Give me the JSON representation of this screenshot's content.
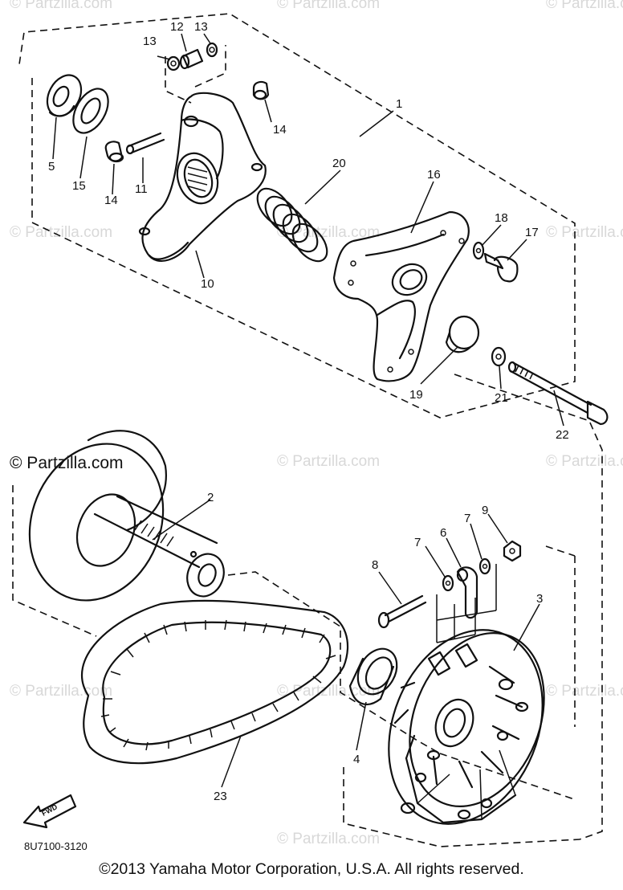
{
  "watermarks": [
    "© Partzilla.com",
    "© Partzilla.com",
    "© Partzilla.com",
    "© Partzilla.com",
    "© Partzilla.com",
    "© Partzilla.com",
    "© Partzilla.com",
    "© Partzilla.com",
    "© Partzilla.com",
    "© Partzilla.com",
    "© Partzilla.com",
    "© Partzilla.com"
  ],
  "watermark_main": "© Partzilla.com",
  "parts": {
    "p1": "1",
    "p2": "2",
    "p3": "3",
    "p4": "4",
    "p5": "5",
    "p6": "6",
    "p7a": "7",
    "p7b": "7",
    "p8": "8",
    "p9": "9",
    "p10": "10",
    "p11": "11",
    "p12": "12",
    "p13a": "13",
    "p13b": "13",
    "p14a": "14",
    "p14b": "14",
    "p15": "15",
    "p16": "16",
    "p17": "17",
    "p18": "18",
    "p19": "19",
    "p20": "20",
    "p21": "21",
    "p22": "22",
    "p23": "23"
  },
  "forward_arrow": "FWD",
  "diagram_code": "8U7100-3120",
  "copyright": "©2013 Yamaha Motor Corporation, U.S.A. All rights reserved."
}
